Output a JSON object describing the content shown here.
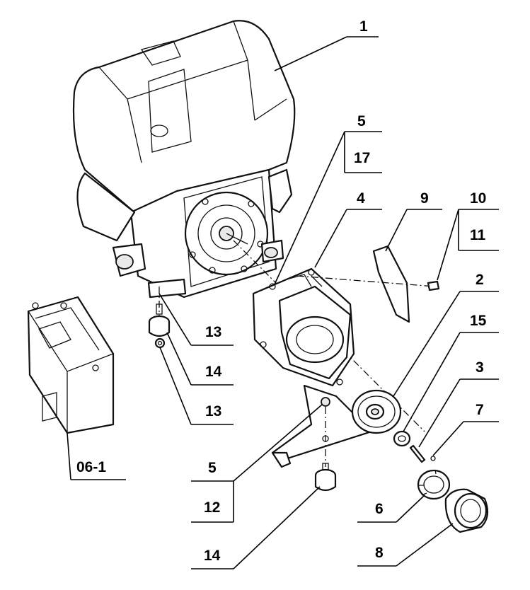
{
  "callouts": [
    "1",
    "5",
    "17",
    "4",
    "9",
    "10",
    "11",
    "2",
    "15",
    "3",
    "7",
    "13",
    "14",
    "13",
    "06-1",
    "5",
    "12",
    "6",
    "14",
    "8"
  ],
  "colors": {
    "line": "#000000",
    "background": "#ffffff"
  }
}
